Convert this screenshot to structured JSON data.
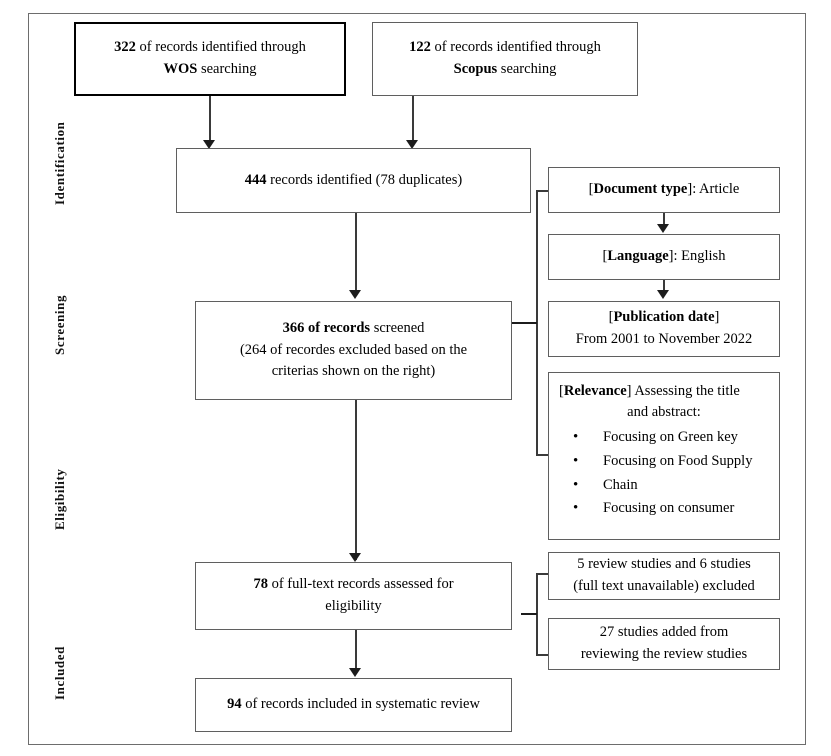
{
  "figure": {
    "type": "prisma-flow-diagram",
    "stages": [
      {
        "key": "identification",
        "label": "Identification"
      },
      {
        "key": "screening",
        "label": "Screening"
      },
      {
        "key": "eligibility",
        "label": "Eligibility"
      },
      {
        "key": "included",
        "label": "Included"
      }
    ]
  },
  "boxes": {
    "wos": {
      "line1_bold": "322",
      "line1_rest": " of records identified through",
      "line2_bold": "WOS",
      "line2_rest": " searching"
    },
    "scopus": {
      "line1_bold": "122",
      "line1_rest": " of records identified through",
      "line2_bold": "Scopus",
      "line2_rest": " searching"
    },
    "identified": {
      "bold": "444",
      "rest": " records identified (78 duplicates)"
    },
    "screened": {
      "line1_bold": "366 of records",
      "line1_rest": " screened",
      "line2": "(264 of recordes excluded based on the",
      "line3": "criterias shown on the right)"
    },
    "fulltext": {
      "bold": "78",
      "rest": " of full-text records assessed for",
      "line2": "eligibility"
    },
    "included": {
      "bold": "94",
      "rest": " of records included in systematic review"
    },
    "document_type": {
      "bracket_open": "[",
      "label": "Document type",
      "bracket_close": "]",
      "value": ": Article"
    },
    "language": {
      "bracket_open": "[",
      "label": "Language",
      "bracket_close": "]",
      "value": ": English"
    },
    "publication_date": {
      "bracket_open": "[",
      "label": "Publication date",
      "bracket_close": "]",
      "value": "From 2001 to November 2022"
    },
    "relevance": {
      "bracket_open": "[",
      "label": "Relevance",
      "bracket_close": "]",
      "head_rest": " Assessing the title",
      "head_line2": "and abstract:",
      "bullets": [
        "Focusing on Green key",
        "Focusing on Food Supply",
        "Chain",
        "Focusing on consumer"
      ]
    },
    "excluded": {
      "line1": "5 review studies and 6 studies",
      "line2": "(full text unavailable) excluded"
    },
    "added": {
      "line1": "27 studies added from",
      "line2": "reviewing the review studies"
    }
  }
}
